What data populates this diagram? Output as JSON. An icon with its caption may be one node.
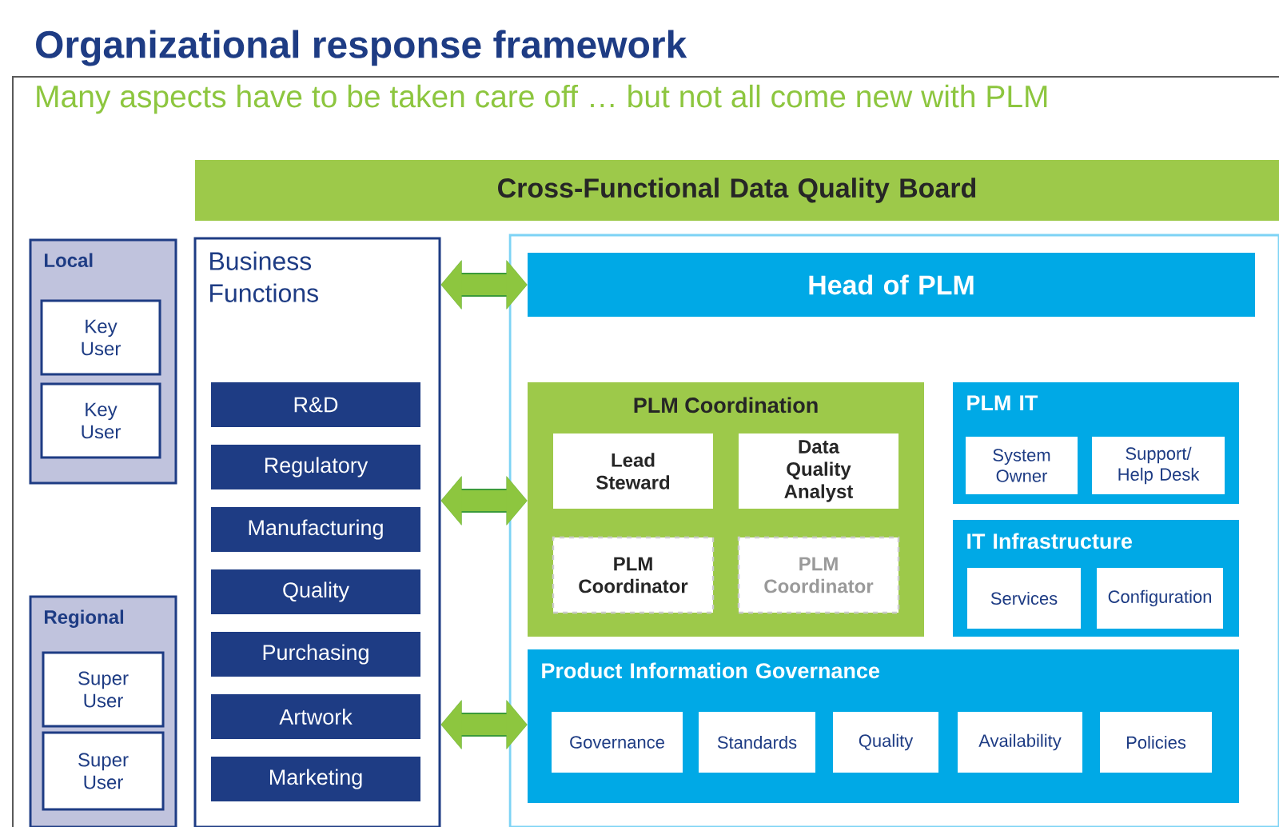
{
  "diagram": {
    "title": "Organizational response framework",
    "nodes": [
      {
        "text": [
          "Cross-Functional Data Quality Board"
        ]
      },
      {
        "text": [
          "Local"
        ]
      },
      {
        "text": [
          "Key User"
        ],
        "in": 1
      },
      {
        "text": [
          "Key User"
        ],
        "in": 1
      },
      {
        "text": [
          "Regional"
        ]
      },
      {
        "text": [
          "Super User"
        ],
        "in": 4
      },
      {
        "text": [
          "Super User"
        ],
        "in": 4
      },
      {
        "text": [
          "Business Functions"
        ]
      },
      {
        "text": [
          "R&D"
        ],
        "in": 7
      },
      {
        "text": [
          "Regulatory"
        ],
        "in": 7
      },
      {
        "text": [
          "Manufacturing"
        ],
        "in": 7
      },
      {
        "text": [
          "Quality"
        ],
        "in": 7
      },
      {
        "text": [
          "Purchasing"
        ],
        "in": 7
      },
      {
        "text": [
          "Artwork"
        ],
        "in": 7
      },
      {
        "text": [
          "Marketing"
        ],
        "in": 7
      },
      {
        "text": [],
        "shape": "box"
      },
      {
        "text": [
          "Head of PLM"
        ],
        "in": 15
      },
      {
        "text": [
          "PLM Coordination"
        ],
        "in": 15
      },
      {
        "text": [
          "Lead Steward"
        ],
        "in": 17
      },
      {
        "text": [
          "Data Quality Analyst"
        ],
        "in": 17
      },
      {
        "text": [
          "PLM Coordinator"
        ],
        "in": 17
      },
      {
        "text": [
          "PLM Coordinator"
        ],
        "in": 17
      },
      {
        "text": [
          "PLM IT"
        ],
        "in": 15
      },
      {
        "text": [
          "System Owner"
        ],
        "in": 22
      },
      {
        "text": [
          "Support/ Help Desk"
        ],
        "in": 22
      },
      {
        "text": [
          "IT Infrastructure"
        ],
        "in": 15
      },
      {
        "text": [
          "Services"
        ],
        "in": 25
      },
      {
        "text": [
          "Configuration"
        ],
        "in": 25
      },
      {
        "text": [
          "Product Information Governance"
        ],
        "in": 15
      },
      {
        "text": [
          "Governance"
        ],
        "in": 28
      },
      {
        "text": [
          "Standards"
        ],
        "in": 28
      },
      {
        "text": [
          "Quality"
        ],
        "in": 28
      },
      {
        "text": [
          "Availability"
        ],
        "in": 28
      },
      {
        "text": [
          "Policies"
        ],
        "in": 28
      }
    ],
    "edges": [
      {
        "from": 7,
        "to": 16,
        "arrow": "both"
      },
      {
        "from": 7,
        "to": 17,
        "arrow": "both"
      },
      {
        "from": 7,
        "to": 28,
        "arrow": "both"
      }
    ],
    "labels": [
      "Many aspects have to be taken care off … but not all come new with PLM"
    ]
  }
}
